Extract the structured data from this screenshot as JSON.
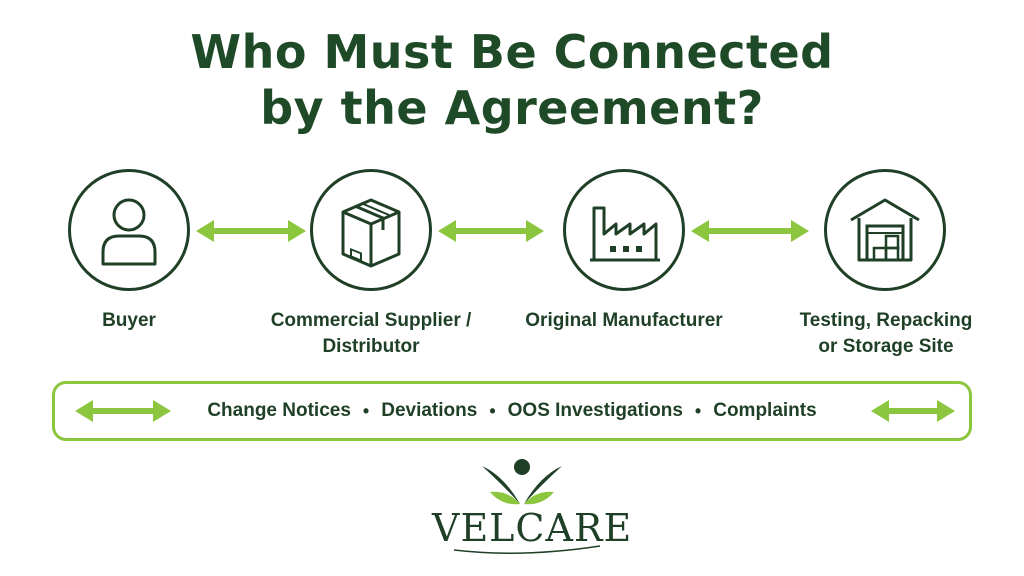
{
  "title": {
    "line1": "Who Must Be Connected",
    "line2": "by the Agreement?"
  },
  "nodes": [
    {
      "label": "Buyer",
      "icon": "person-icon"
    },
    {
      "label_line1": "Commercial Supplier /",
      "label_line2": "Distributor",
      "icon": "box-icon"
    },
    {
      "label": "Original Manufacturer",
      "icon": "factory-icon"
    },
    {
      "label_line1": "Testing, Repacking",
      "label_line2": "or Storage Site",
      "icon": "warehouse-icon"
    }
  ],
  "communication_bar": {
    "items": [
      "Change Notices",
      "Deviations",
      "OOS Investigations",
      "Complaints"
    ],
    "separator": "•"
  },
  "logo": {
    "text": "VELCARE"
  },
  "colors": {
    "dark_green": "#1f3f26",
    "accent_green": "#8cc63f"
  }
}
